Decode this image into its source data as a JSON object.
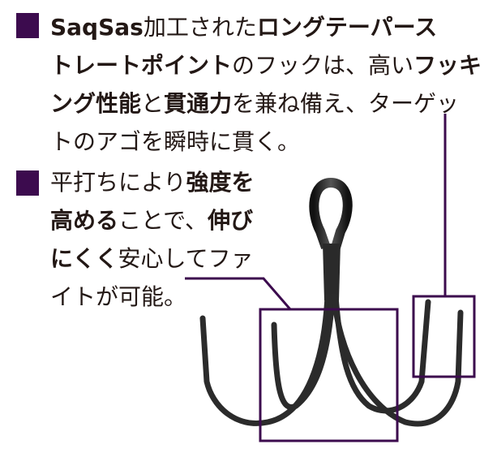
{
  "accent_color": "#3c0b4e",
  "feature1": {
    "lines": [
      [
        {
          "t": "SaqSas",
          "bold": true
        },
        {
          "t": "加工された",
          "bold": false
        },
        {
          "t": "ロングテーパース",
          "bold": true
        }
      ],
      [
        {
          "t": "トレートポイント",
          "bold": true
        },
        {
          "t": "のフックは、高い",
          "bold": false
        },
        {
          "t": "フッキ",
          "bold": true
        }
      ],
      [
        {
          "t": "ング性能",
          "bold": true
        },
        {
          "t": "と",
          "bold": false
        },
        {
          "t": "貫通力",
          "bold": true
        },
        {
          "t": "を兼ね備え、ターゲッ",
          "bold": false
        }
      ],
      [
        {
          "t": "トのアゴを瞬時に貫く。",
          "bold": false
        }
      ]
    ]
  },
  "feature2": {
    "lines": [
      [
        {
          "t": "平打ちにより",
          "bold": false
        },
        {
          "t": "強度を",
          "bold": true
        }
      ],
      [
        {
          "t": "高める",
          "bold": true
        },
        {
          "t": "ことで、",
          "bold": false
        },
        {
          "t": "伸び",
          "bold": true
        }
      ],
      [
        {
          "t": "にくく",
          "bold": true
        },
        {
          "t": "安心してファ",
          "bold": false
        }
      ],
      [
        {
          "t": "イトが可能。",
          "bold": false
        }
      ]
    ]
  },
  "image": {
    "subject": "treble-hook"
  }
}
